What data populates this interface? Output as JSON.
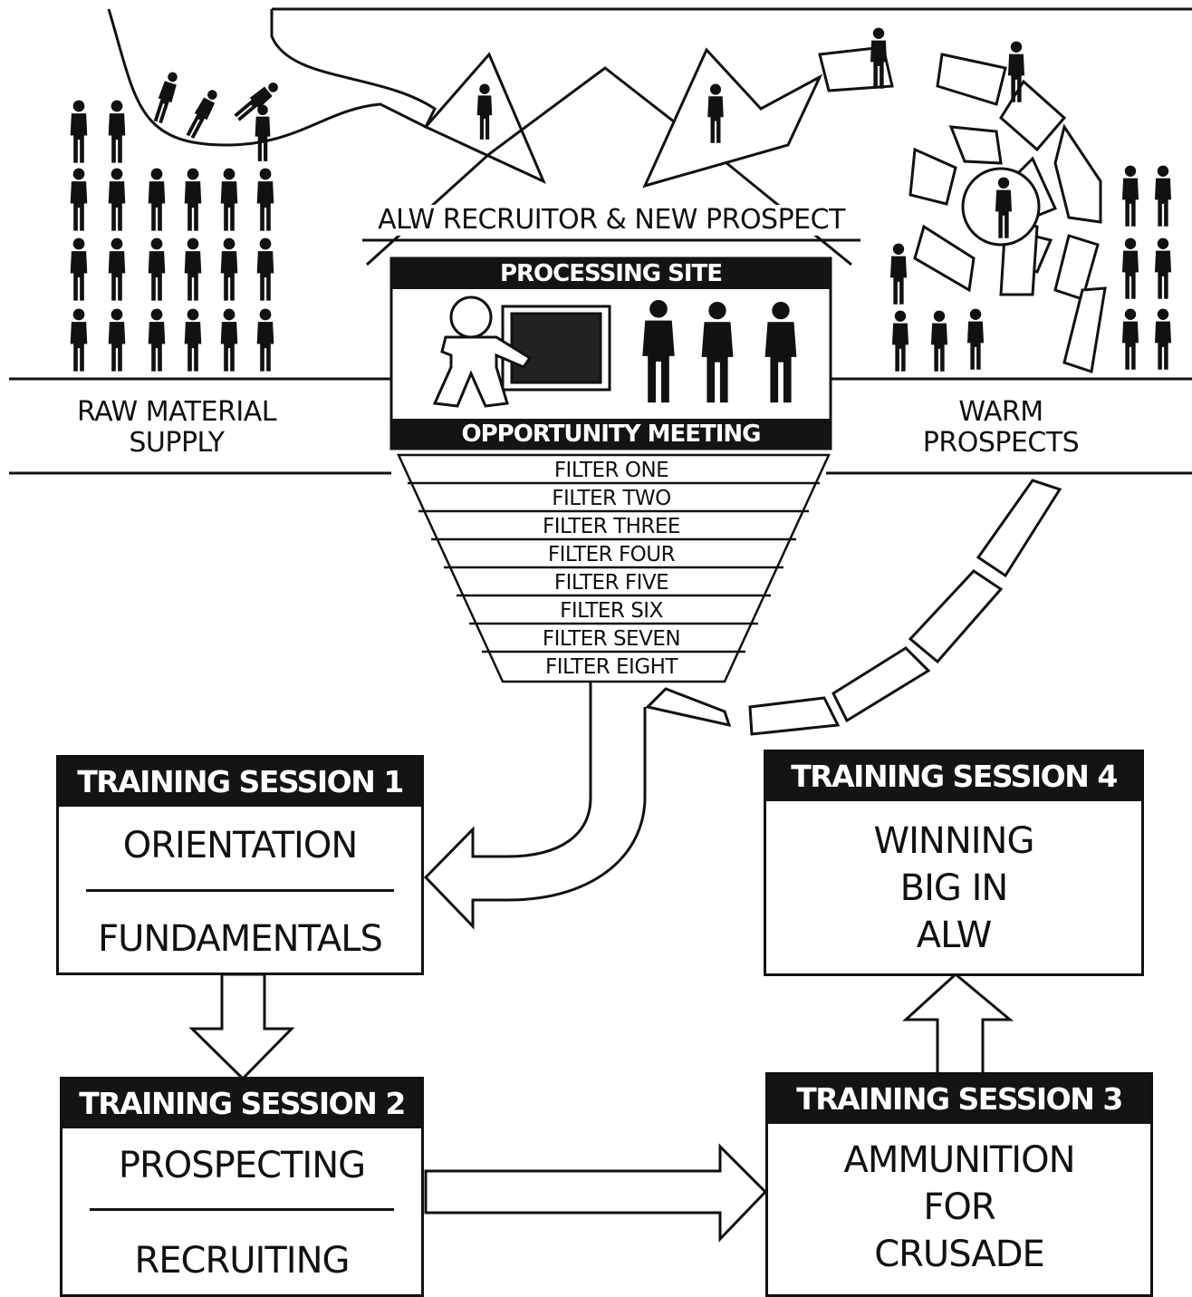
{
  "sections": {
    "raw_material": "RAW MATERIAL\nSUPPLY",
    "warm_prospects": "WARM\nPROSPECTS",
    "recruiter": "ALW RECRUITOR & NEW PROSPECT"
  },
  "processing": {
    "site": "PROCESSING SITE",
    "meeting": "OPPORTUNITY MEETING"
  },
  "filters": [
    "FILTER ONE",
    "FILTER TWO",
    "FILTER THREE",
    "FILTER FOUR",
    "FILTER FIVE",
    "FILTER SIX",
    "FILTER SEVEN",
    "FILTER EIGHT"
  ],
  "sessions": {
    "s1": {
      "title": "TRAINING SESSION 1",
      "line1": "ORIENTATION",
      "line2": "FUNDAMENTALS"
    },
    "s2": {
      "title": "TRAINING SESSION 2",
      "line1": "PROSPECTING",
      "line2": "RECRUITING"
    },
    "s3": {
      "title": "TRAINING SESSION 3",
      "body": "AMMUNITION\nFOR\nCRUSADE"
    },
    "s4": {
      "title": "TRAINING SESSION 4",
      "body": "WINNING\nBIG IN\nALW"
    }
  }
}
